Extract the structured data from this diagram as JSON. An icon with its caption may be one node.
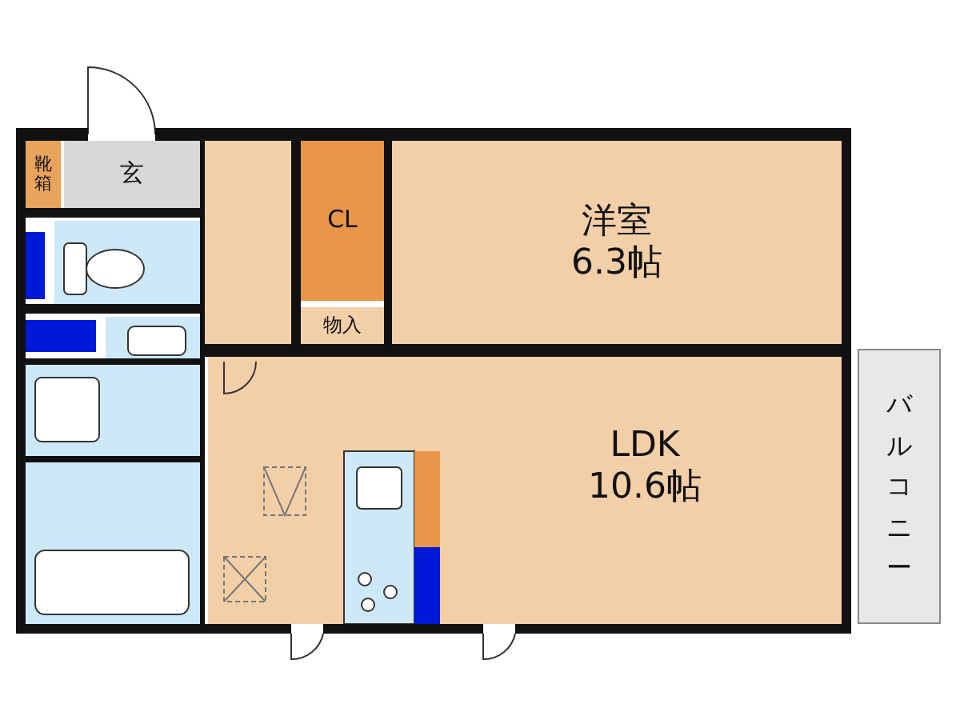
{
  "diagram": {
    "nodes": [
      {
        "text": [
          "靴箱"
        ]
      },
      {
        "text": [
          "玄"
        ]
      },
      {
        "text": [
          "CL"
        ]
      },
      {
        "text": [
          "洋室",
          "6.3帖"
        ]
      },
      {
        "text": [
          "物入"
        ]
      },
      {
        "text": [
          "LDK",
          "10.6帖"
        ]
      },
      {
        "text": [
          "バルコニー"
        ]
      }
    ]
  }
}
